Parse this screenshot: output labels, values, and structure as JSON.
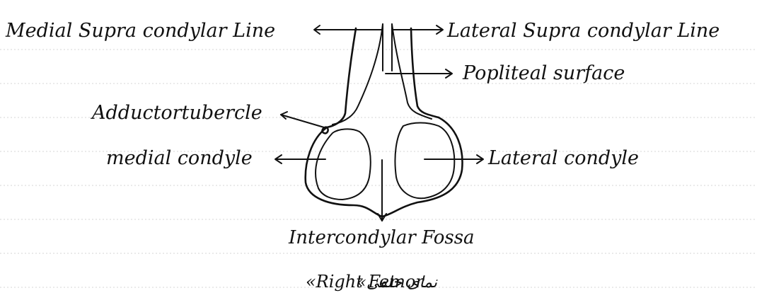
{
  "labels": {
    "medial_supra_condylar_line": "Medial Supra condylar Line",
    "lateral_supra_condylar_line": "Lateral Supra condylar Line",
    "popliteal_surface": "Popliteal surface",
    "adductor_tubercle": "Adductortubercle",
    "medial_condyle": "medial condyle",
    "lateral_condyle": "Lateral condyle",
    "intercondylar_fossa": "Intercondylar Fossa"
  },
  "caption": {
    "text": "«Right Femor",
    "persian_text": "نمای خلفی»"
  }
}
